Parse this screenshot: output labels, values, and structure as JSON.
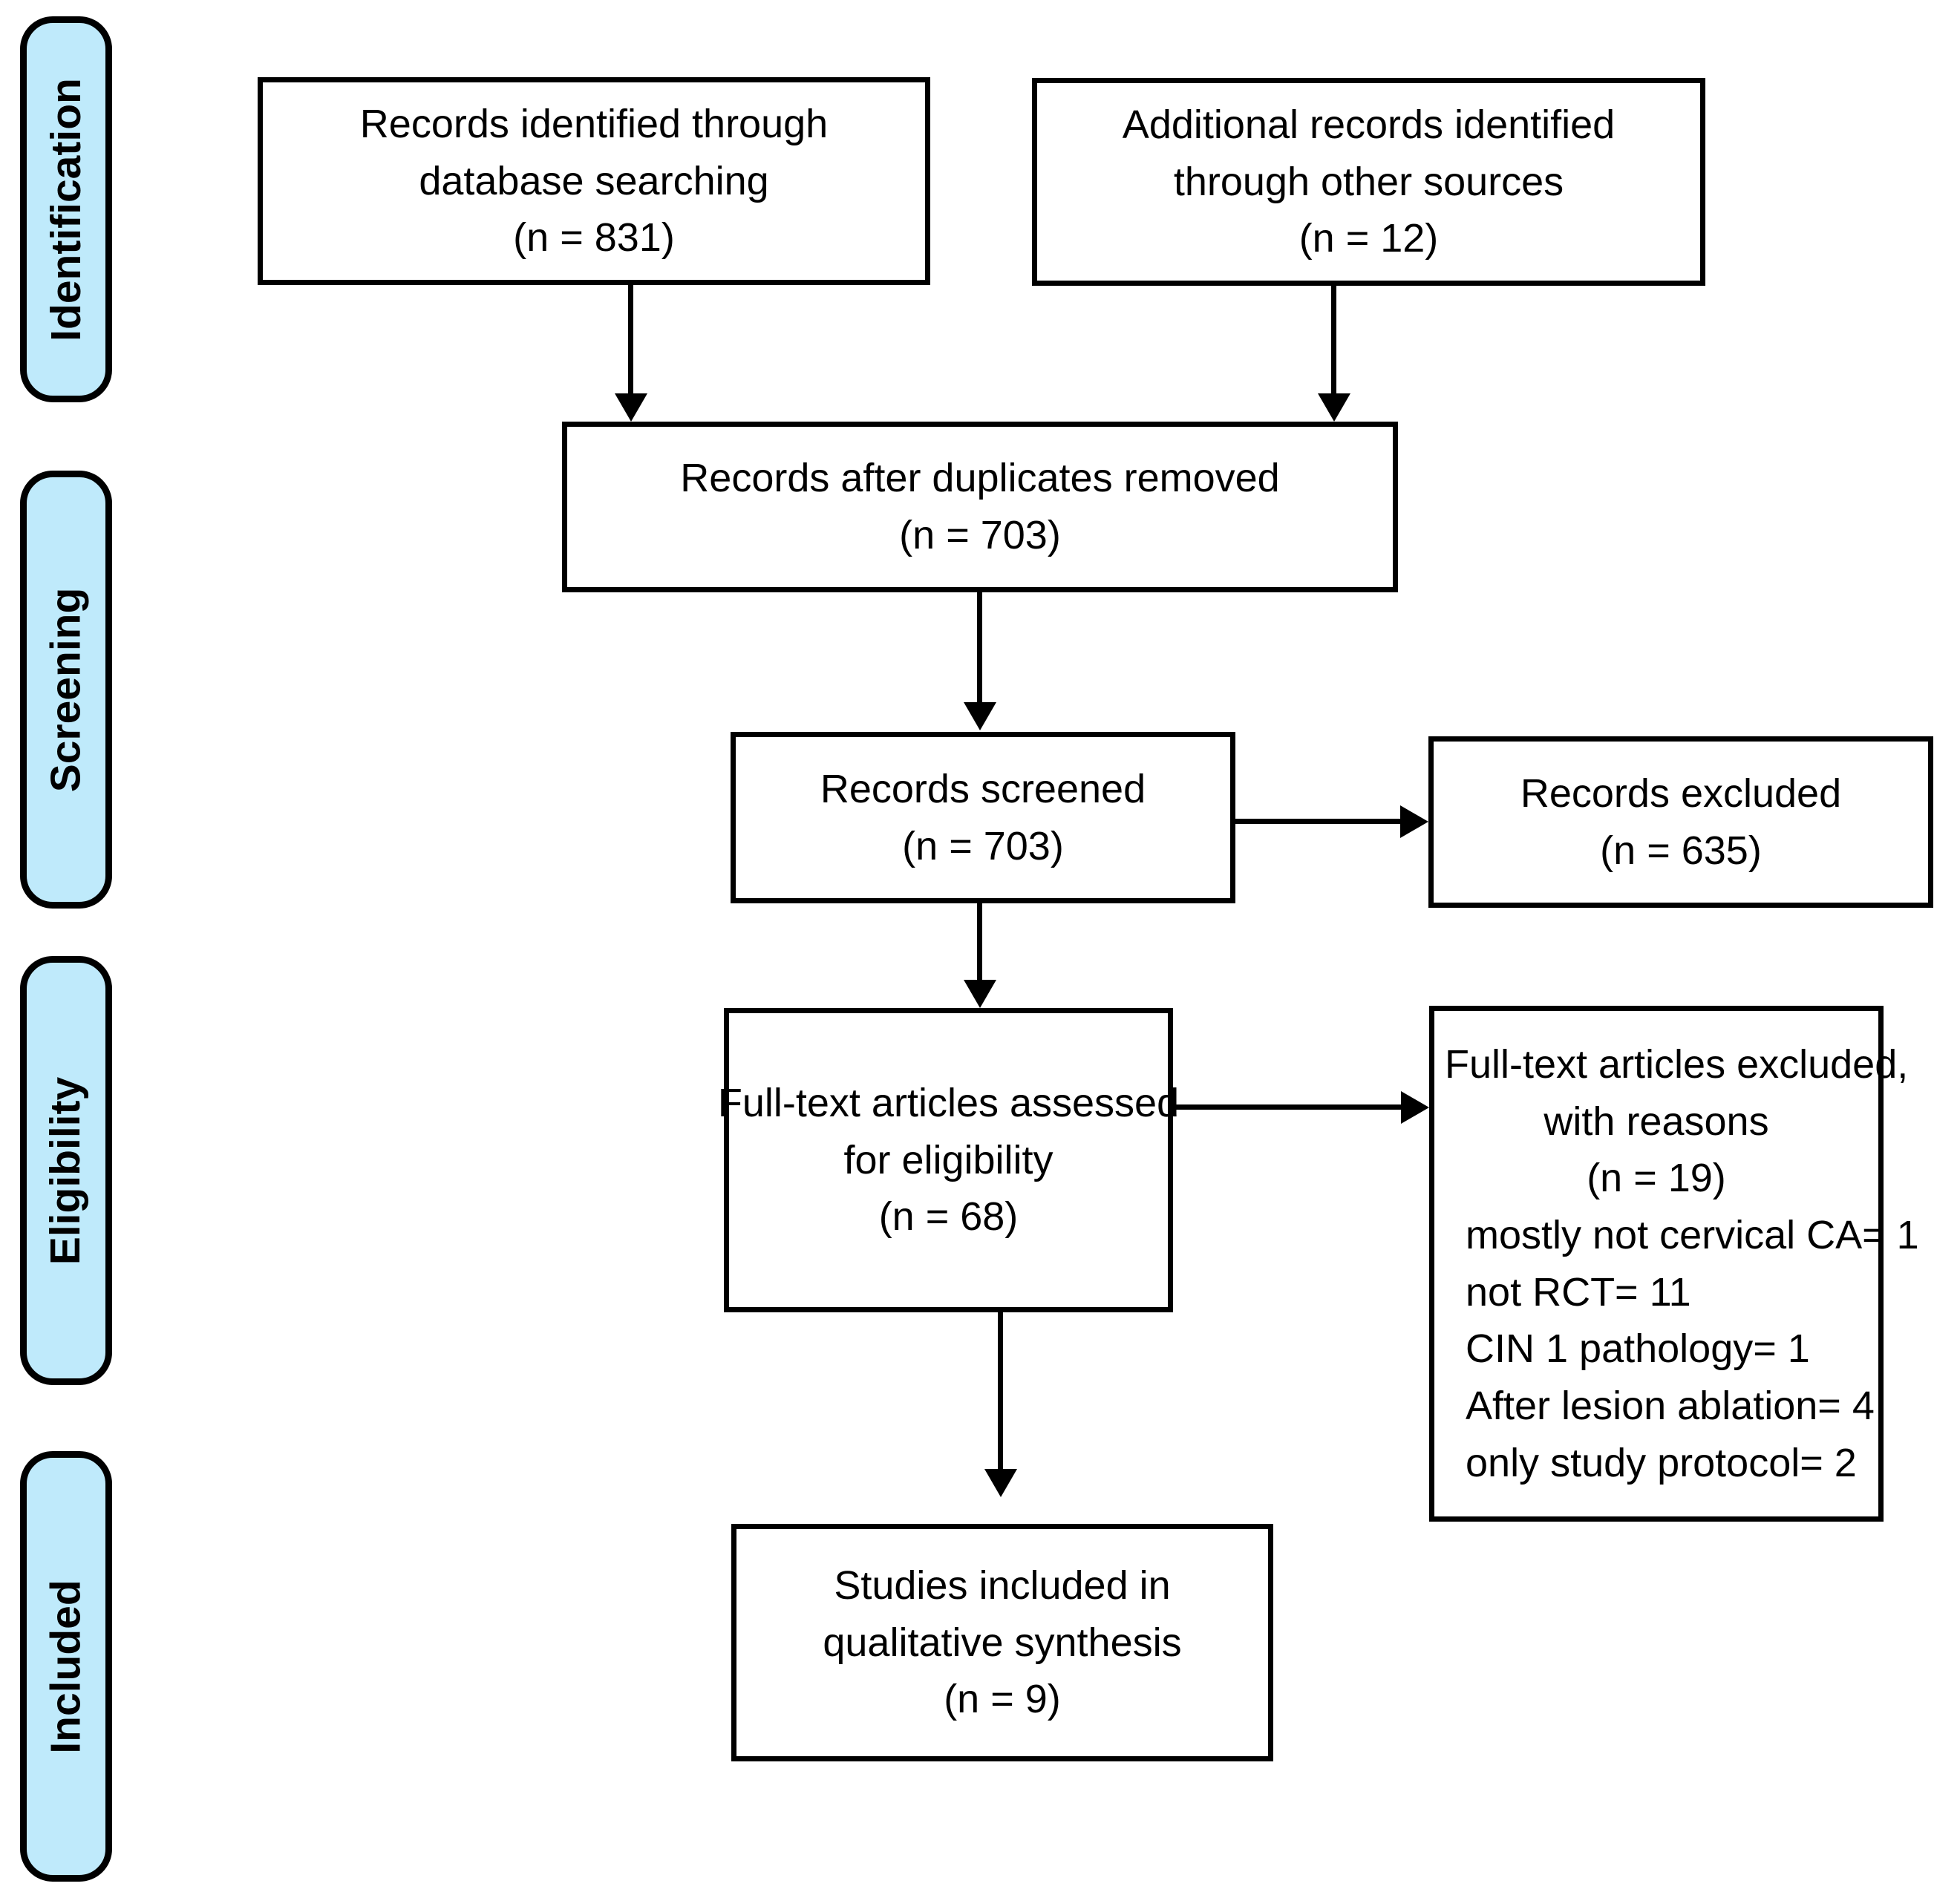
{
  "diagram": {
    "title": "PRISMA flow diagram",
    "type": "flowchart",
    "accent_color": "#BFEAFB",
    "line_color": "#000000",
    "box_fill": "#ffffff"
  },
  "stages": [
    {
      "id": "identification",
      "label": "Identification"
    },
    {
      "id": "screening",
      "label": "Screening"
    },
    {
      "id": "eligibility",
      "label": "Eligibility"
    },
    {
      "id": "included",
      "label": "Included"
    }
  ],
  "boxes": {
    "records_database": {
      "line1": "Records identified through",
      "line2": "database searching",
      "line3": "(n = 831)"
    },
    "records_other": {
      "line1": "Additional records identified",
      "line2": "through other sources",
      "line3": "(n = 12)"
    },
    "duplicates_removed": {
      "line1": "Records after duplicates removed",
      "line2": "(n = 703)"
    },
    "records_screened": {
      "line1": "Records screened",
      "line2": "(n = 703)"
    },
    "records_excluded": {
      "line1": "Records excluded",
      "line2": "(n = 635)"
    },
    "fulltext_assessed": {
      "line1": "Full-text articles assessed",
      "line2": "for eligibility",
      "line3": "(n = 68)"
    },
    "fulltext_excluded": {
      "line1": "Full-text articles excluded,",
      "line2": "with reasons",
      "line3": "(n = 19)",
      "reasons": [
        "mostly not cervical CA= 1",
        "not RCT= 11",
        "CIN 1 pathology= 1",
        "After lesion ablation= 4",
        "only study protocol= 2"
      ]
    },
    "studies_included": {
      "line1": "Studies included in",
      "line2": "qualitative synthesis",
      "line3": "(n = 9)"
    }
  }
}
